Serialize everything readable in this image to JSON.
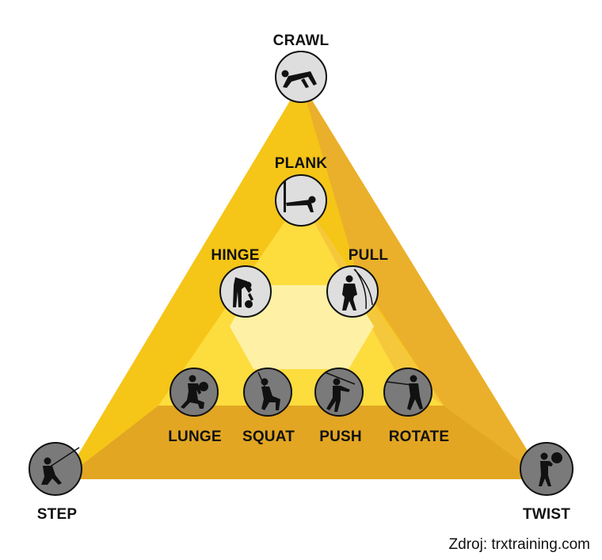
{
  "diagram": {
    "source_credit": "Zdroj: trxtraining.com",
    "colors": {
      "outer_light": "#f5c518",
      "outer_dark": "#e9ad2c",
      "band_bottom": "#e2a623",
      "mid": "#fddc3e",
      "mid_right": "#f3c43a",
      "center": "#fef1a6",
      "circle_fill_light": "#dedede",
      "circle_fill_dark": "#7a7a7a",
      "circle_stroke": "#111111",
      "label": "#111111"
    },
    "movements": {
      "crawl": {
        "label": "CRAWL",
        "icon": "crawl-icon"
      },
      "plank": {
        "label": "PLANK",
        "icon": "plank-icon"
      },
      "hinge": {
        "label": "HINGE",
        "icon": "hinge-icon"
      },
      "pull": {
        "label": "PULL",
        "icon": "pull-icon"
      },
      "lunge": {
        "label": "LUNGE",
        "icon": "lunge-icon"
      },
      "squat": {
        "label": "SQUAT",
        "icon": "squat-icon"
      },
      "push": {
        "label": "PUSH",
        "icon": "push-icon"
      },
      "rotate": {
        "label": "ROTATE",
        "icon": "rotate-icon"
      },
      "step": {
        "label": "STEP",
        "icon": "step-icon"
      },
      "twist": {
        "label": "TWIST",
        "icon": "twist-icon"
      }
    }
  }
}
